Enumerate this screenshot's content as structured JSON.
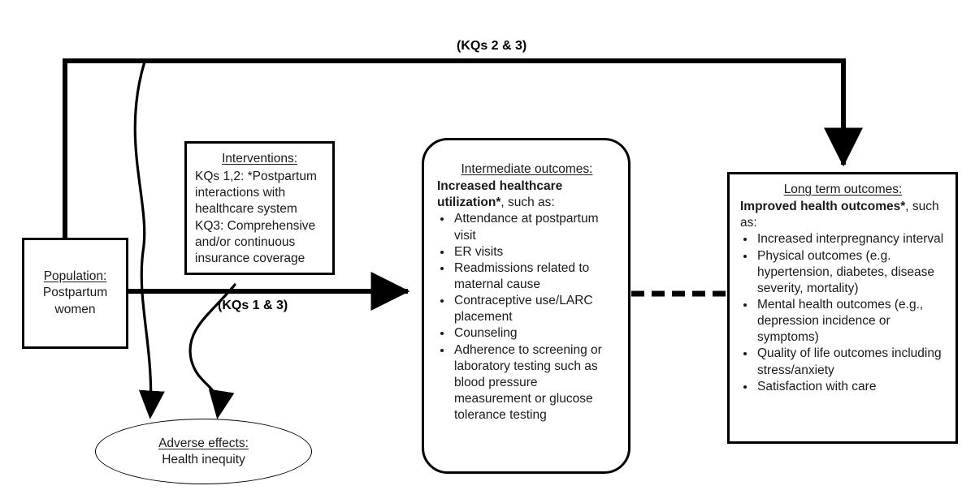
{
  "diagram": {
    "type": "analytic-framework",
    "nodes": {
      "population": {
        "title": "Population:",
        "lines": [
          "Postpartum",
          "women"
        ]
      },
      "interventions": {
        "title": "Interventions:",
        "lines": [
          "KQs 1,2: *Postpartum",
          "interactions with",
          "healthcare system",
          "KQ3: Comprehensive",
          "and/or continuous",
          "insurance coverage"
        ]
      },
      "intermediate": {
        "title": "Intermediate outcomes:",
        "lead_bold": "Increased healthcare utilization*",
        "lead_rest": ", such as:",
        "bullets": [
          "Attendance at postpartum visit",
          "ER visits",
          "Readmissions related to maternal cause",
          "Contraceptive use/LARC placement",
          "Counseling",
          "Adherence to screening or laboratory testing such as blood pressure measurement or glucose tolerance testing"
        ]
      },
      "longterm": {
        "title": "Long term outcomes:",
        "lead_bold": "Improved health outcomes*",
        "lead_rest": ", such as:",
        "bullets": [
          "Increased interpregnancy interval",
          "Physical outcomes (e.g. hypertension, diabetes, disease severity, mortality)",
          "Mental health outcomes (e.g., depression incidence or symptoms)",
          "Quality of life outcomes including stress/anxiety",
          "Satisfaction with care"
        ]
      },
      "adverse": {
        "title": "Adverse effects:",
        "lines": [
          "Health inequity"
        ]
      }
    },
    "edge_labels": {
      "top_overarching": "(KQs 2 & 3)",
      "population_to_intermediate": "(KQs 1 & 3)"
    },
    "colors": {
      "stroke": "#000000",
      "background": "#ffffff",
      "text": "#1a1a1a"
    }
  }
}
